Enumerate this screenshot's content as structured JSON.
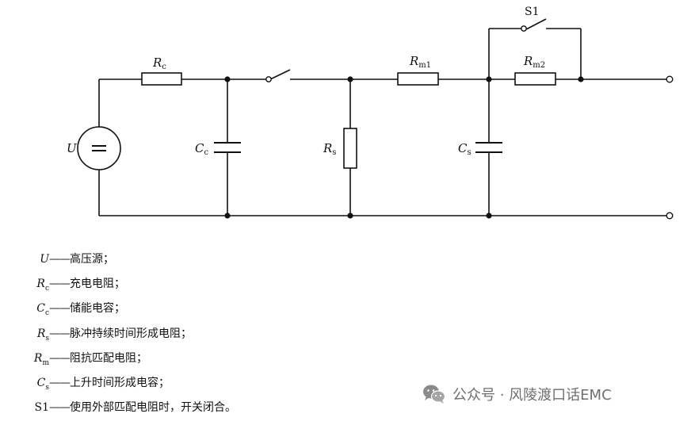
{
  "diagram": {
    "labels": {
      "Rc_main": "R",
      "Rc_sub": "c",
      "U": "U",
      "Cc_main": "C",
      "Cc_sub": "c",
      "Rs_main": "R",
      "Rs_sub": "s",
      "Rm1_main": "R",
      "Rm1_sub": "m1",
      "Rm2_main": "R",
      "Rm2_sub": "m2",
      "Cs_main": "C",
      "Cs_sub": "s",
      "S1": "S1"
    }
  },
  "legend": [
    {
      "main": "U",
      "sub": "",
      "dash": "——",
      "desc": "高压源；"
    },
    {
      "main": "R",
      "sub": "c",
      "dash": "——",
      "desc": "充电电阻；"
    },
    {
      "main": "C",
      "sub": "c",
      "dash": "——",
      "desc": "储能电容；"
    },
    {
      "main": "R",
      "sub": "s",
      "dash": "——",
      "desc": "脉冲持续时间形成电阻；"
    },
    {
      "main": "R",
      "sub": "m",
      "dash": "——",
      "desc": "阻抗匹配电阻；"
    },
    {
      "main": "C",
      "sub": "s",
      "dash": "——",
      "desc": "上升时间形成电容；"
    },
    {
      "main": "S1",
      "sub": "",
      "dash": "——",
      "desc": "使用外部匹配电阻时，开关闭合。"
    }
  ],
  "watermark": {
    "text": "公众号 · 风陵渡口话EMC",
    "icon": "wechat-icon"
  }
}
